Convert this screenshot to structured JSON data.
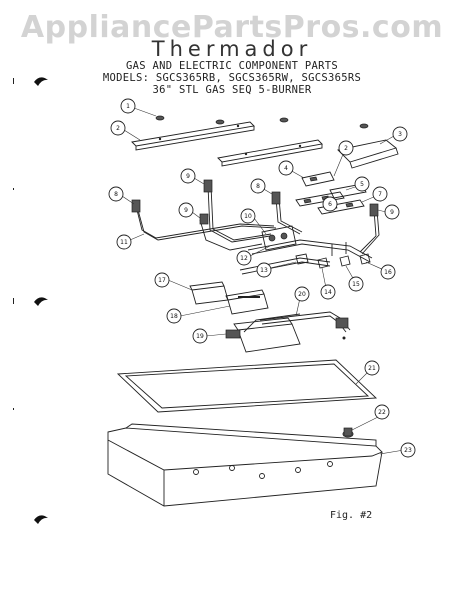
{
  "watermark": "AppliancePartsPros.com",
  "brand": "Thermador",
  "header": {
    "line1": "GAS AND ELECTRIC COMPONENT PARTS",
    "line2": "MODELS: SGCS365RB, SGCS365RW, SGCS365RS",
    "line3": "36\" STL GAS SEQ 5-BURNER"
  },
  "figure_label": "Fig. #2",
  "callouts": [
    "1",
    "2",
    "3",
    "4",
    "5",
    "6",
    "7",
    "8",
    "9",
    "10",
    "11",
    "12",
    "13",
    "14",
    "15",
    "16",
    "17",
    "18",
    "19",
    "20",
    "21",
    "22",
    "23"
  ],
  "colors": {
    "line": "#222222",
    "watermark": "#d3d3d3"
  }
}
